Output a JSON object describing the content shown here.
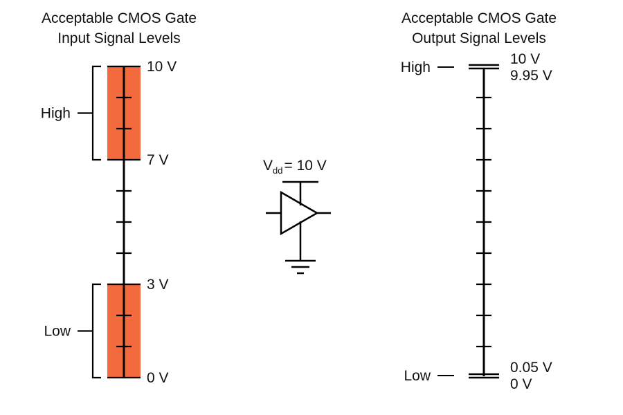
{
  "input_panel": {
    "title_line1": "Acceptable CMOS Gate",
    "title_line2": "Input Signal Levels",
    "high_label": "High",
    "low_label": "Low",
    "scale_ticks": [
      "10 V",
      "7 V",
      "3 V",
      "0 V"
    ],
    "high_range_v": [
      7,
      10
    ],
    "low_range_v": [
      0,
      3
    ],
    "scale_range_v": [
      0,
      10
    ],
    "band_color": "#f26a3d"
  },
  "gate": {
    "supply_sub": "dd",
    "supply_rest": "= 10 V",
    "symbol": "buffer-gate"
  },
  "output_panel": {
    "title_line1": "Acceptable CMOS Gate",
    "title_line2": "Output Signal Levels",
    "high_label": "High",
    "low_label": "Low",
    "high_ticks": [
      "10 V",
      "9.95 V"
    ],
    "low_ticks": [
      "0.05 V",
      "0 V"
    ],
    "high_range_v": [
      9.95,
      10
    ],
    "low_range_v": [
      0,
      0.05
    ],
    "scale_range_v": [
      0,
      10
    ]
  }
}
